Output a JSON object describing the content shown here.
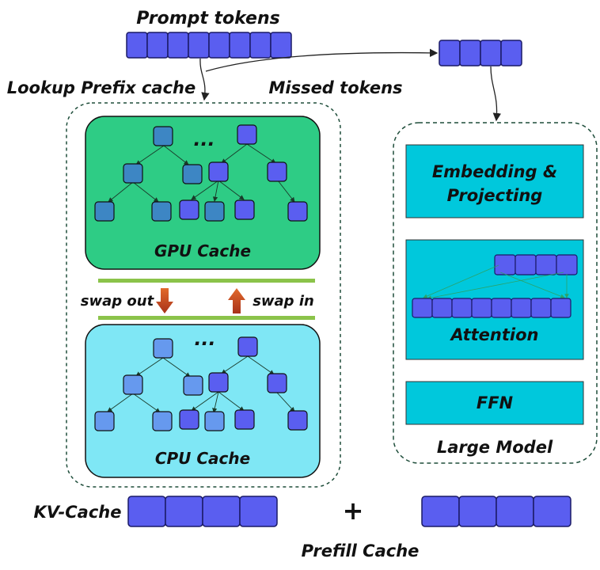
{
  "labels": {
    "prompt_tokens": "Prompt tokens",
    "lookup_prefix_cache": "Lookup Prefix cache",
    "missed_tokens": "Missed tokens",
    "gpu_cache": "GPU Cache",
    "cpu_cache": "CPU Cache",
    "swap_out": "swap out",
    "swap_in": "swap in",
    "ellipsis": "...",
    "embedding_line1": "Embedding &",
    "embedding_line2": "Projecting",
    "attention": "Attention",
    "ffn": "FFN",
    "large_model": "Large Model",
    "kv_cache": "KV-Cache",
    "plus": "+",
    "prefill_cache": "Prefill Cache"
  },
  "colors": {
    "token": "#5a5ef0",
    "token_stroke": "#1a1a66",
    "gpu_panel": "#2ecc85",
    "cpu_panel": "#7fe7f5",
    "cached_node_gpu": "#3d86c4",
    "cached_node_cpu": "#6699ee",
    "model_block": "#00c8dc",
    "divider": "#8bc34a",
    "swap_arrow": "#c0451a",
    "dashed_border": "#1e4d3a"
  }
}
